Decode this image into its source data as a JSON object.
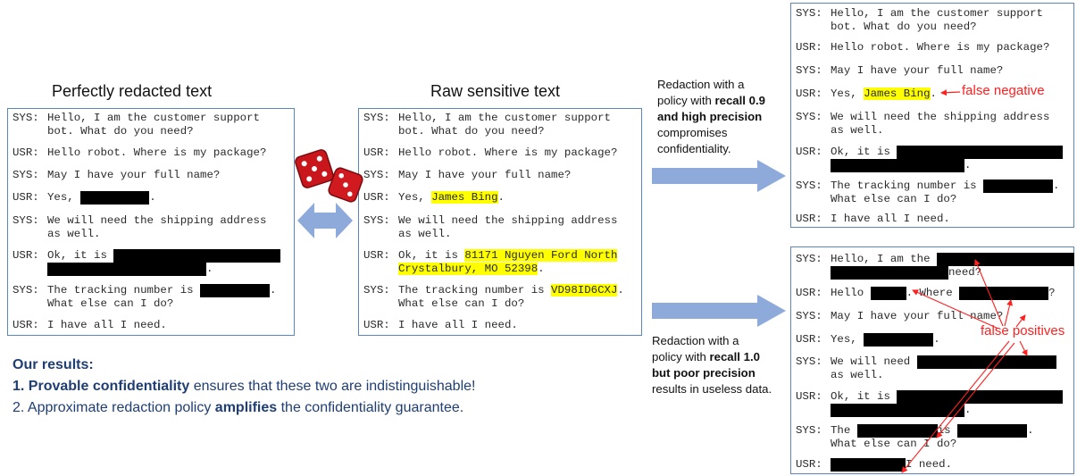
{
  "headings": {
    "left": "Perfectly redacted text",
    "middle": "Raw sensitive text"
  },
  "speakers": {
    "sys": "SYS:",
    "usr": "USR:"
  },
  "dialog": {
    "l1a": "Hello, I am the customer support",
    "l1b": "bot. What do you need?",
    "l2": "Hello robot. Where is my package?",
    "l3": "May I have your full name?",
    "l4_prefix": "Yes, ",
    "l4_name": "James Bing",
    "l5a": "We will need the shipping address",
    "l5b": "as well.",
    "l6_prefix": "Ok, it is ",
    "l6_addr1": "81171 Nguyen Ford North",
    "l6_addr2": "Crystalbury, MO 52398",
    "l7_prefix": "The tracking number is ",
    "l7_tracking": "VD98ID6CXJ",
    "l7b": "What else can I do?",
    "l8": "I have all I need.",
    "period": "."
  },
  "bottom_panel": {
    "l1_prefix": "Hello, I am the ",
    "l1b_suffix": "need?",
    "l2_hello": "Hello ",
    "l2_where": ". Where ",
    "l2_q": "?",
    "l5_prefix": "We will need ",
    "l7_prefix": "The ",
    "l7_is": "is ",
    "l8_suffix": "I need."
  },
  "notes": {
    "top": [
      "Redaction with a",
      "policy with ",
      "recall 0.9",
      "and high precision",
      "compromises",
      "confidentiality."
    ],
    "bottom": [
      "Redaction with a",
      "policy with ",
      "recall 1.0",
      "but poor precision",
      "results in useless data."
    ]
  },
  "labels": {
    "false_negative": "false negative",
    "false_positives": "false positives"
  },
  "results": {
    "title": "Our results:",
    "item1_bold": "1. Provable confidentiality",
    "item1_rest": " ensures that these two are indistinguishable!",
    "item2_pre": "2. Approximate redaction policy ",
    "item2_bold": "amplifies",
    "item2_rest": " the confidentiality guarantee."
  },
  "colors": {
    "panel_border": "#5b86c0",
    "arrow_fill": "#8eaadb",
    "highlight": "#ffff00",
    "annotation_red": "#ff2020",
    "results_text": "#1f3e73"
  },
  "icons": [
    "dice-icon",
    "double-arrow-icon",
    "right-arrow-icon"
  ]
}
